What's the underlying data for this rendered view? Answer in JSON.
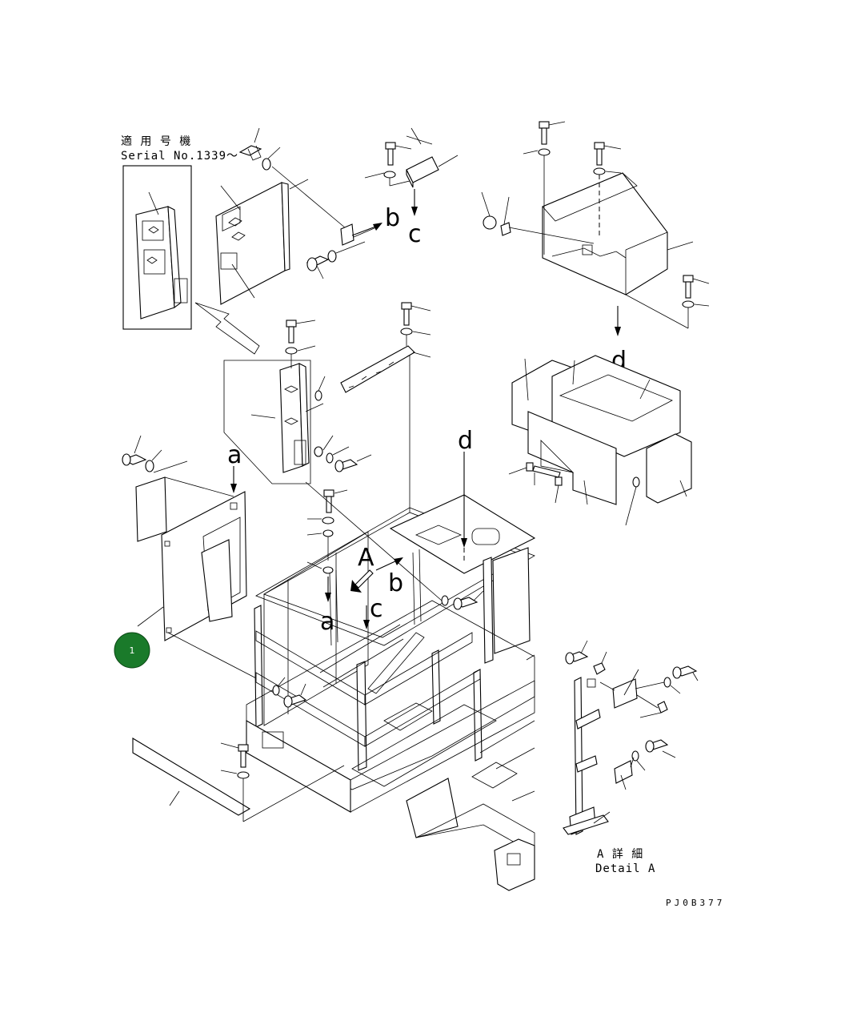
{
  "header": {
    "applicable_jp": "適 用 号 機",
    "serial_label": "Serial No.1339～"
  },
  "letters": {
    "b_top": "b",
    "c_top": "c",
    "d_right": "d",
    "d_center": "d",
    "a_left": "a",
    "a_center": "a",
    "A_center": "A",
    "b_center": "b",
    "c_center": "c"
  },
  "detail": {
    "jp": "A 詳 細",
    "en": "Detail A"
  },
  "drawing_code": "PJ0B377",
  "badge": {
    "label": "1",
    "color": "#1a7a2a"
  }
}
